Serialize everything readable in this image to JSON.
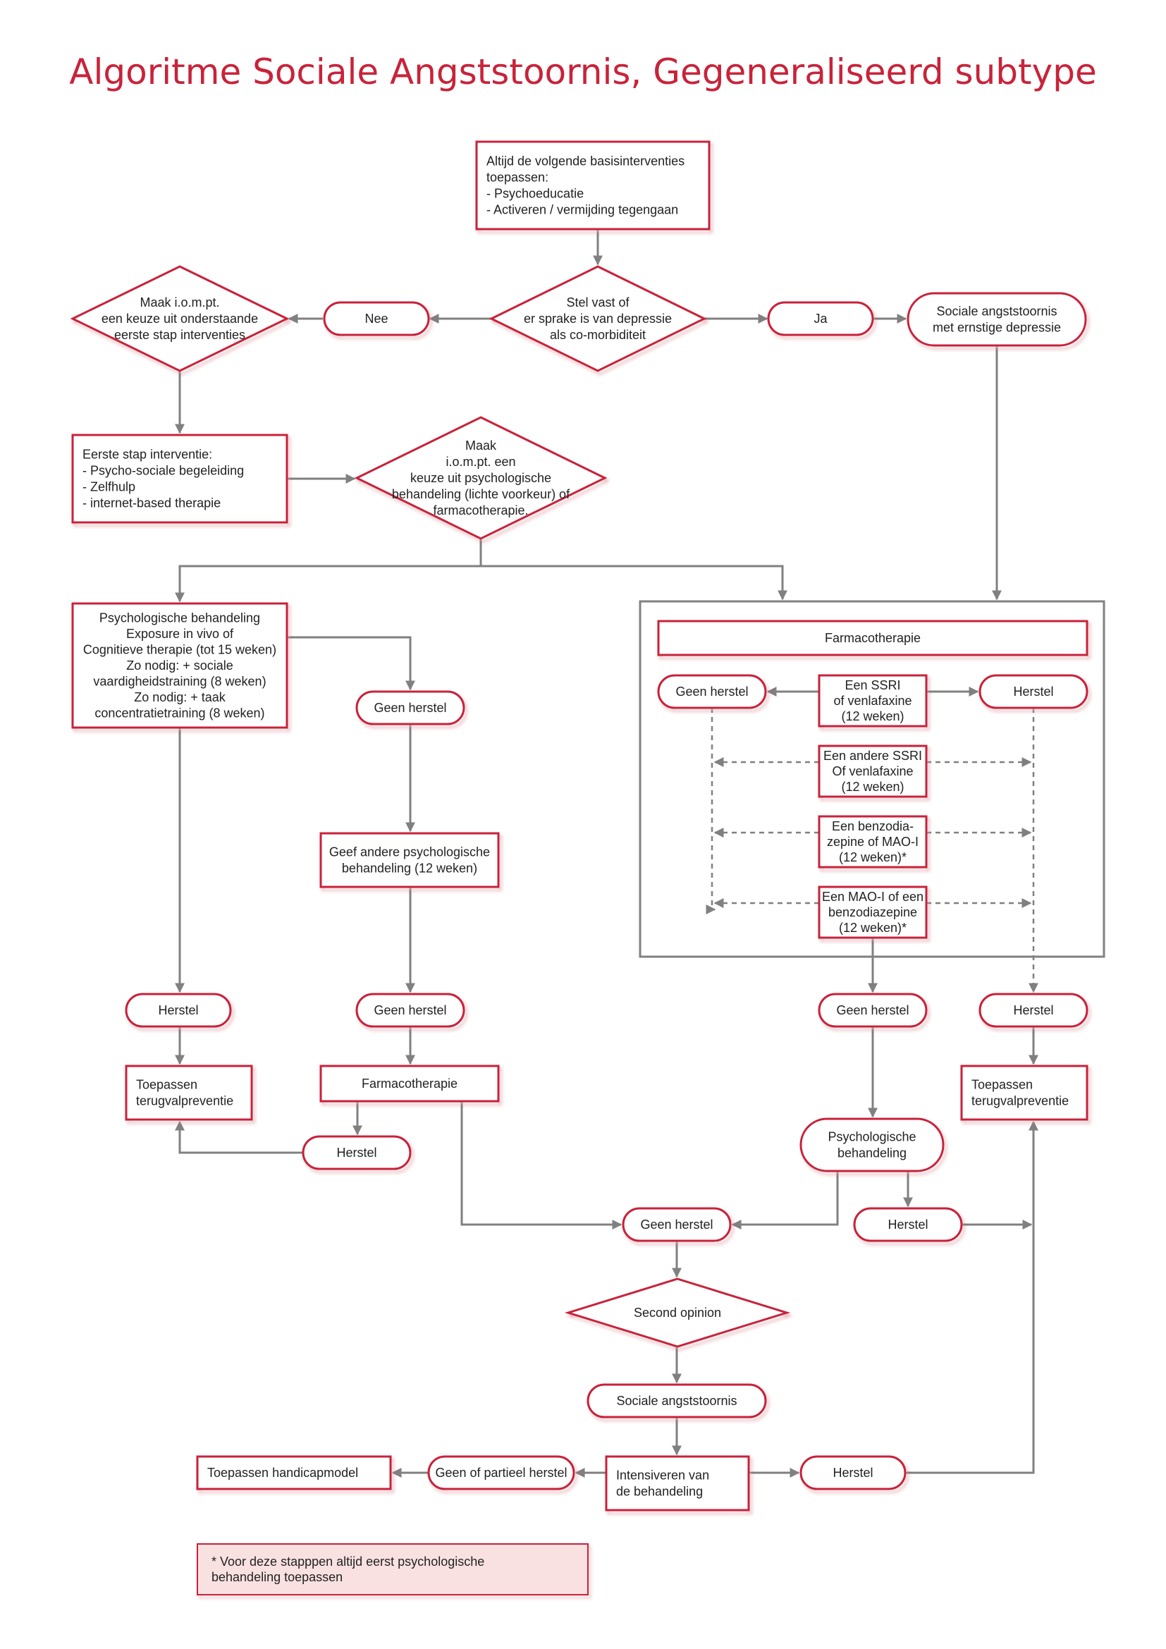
{
  "title": "Algoritme Sociale Angststoornis, Gegeneraliseerd subtype",
  "colors": {
    "accent": "#c8233a",
    "line": "#808080",
    "footnote_fill": "#f9e1e1",
    "box_fill": "#ffffff"
  },
  "nodes": {
    "basis": [
      "Altijd de volgende basisinterventies",
      "toepassen:",
      "- Psychoeducatie",
      "- Activeren / vermijding tegengaan"
    ],
    "depressie_vraag": [
      "Stel vast of",
      "er sprake is van depressie",
      "als co-morbiditeit"
    ],
    "nee": [
      "Nee"
    ],
    "ja": [
      "Ja"
    ],
    "eerste_keuze": [
      "Maak i.o.m.pt.",
      "een keuze uit onderstaande",
      "eerste stap interventies"
    ],
    "sociale_depressie": [
      "Sociale angststoornis",
      "met ernstige depressie"
    ],
    "eerste_stap": [
      "Eerste stap interventie:",
      "- Psycho-sociale begeleiding",
      "- Zelfhulp",
      "- internet-based therapie"
    ],
    "keuze_psych": [
      "Maak",
      "i.o.m.pt. een",
      "keuze uit psychologische",
      "behandeling (lichte voorkeur) of",
      "farmacotherapie."
    ],
    "psych_behandeling": [
      "Psychologische behandeling",
      "Exposure in vivo of",
      "Cognitieve therapie (tot 15 weken)",
      "Zo nodig: + sociale",
      "vaardigheidstraining (8 weken)",
      "Zo nodig: + taak",
      "concentratietraining (8 weken)"
    ],
    "geen_herstel_1": [
      "Geen herstel"
    ],
    "andere_psych": [
      "Geef andere psychologische",
      "behandeling (12 weken)"
    ],
    "farmaco_header": [
      "Farmacotherapie"
    ],
    "ssri": [
      "Een SSRI",
      "of venlafaxine",
      "(12 weken)"
    ],
    "geen_herstel_f": [
      "Geen herstel"
    ],
    "herstel_f": [
      "Herstel"
    ],
    "andere_ssri": [
      "Een andere SSRI",
      "Of venlafaxine",
      "(12 weken)"
    ],
    "benzo": [
      "Een benzodia-",
      "zepine of MAO-I",
      "(12 weken)*"
    ],
    "maoi": [
      "Een MAO-I of een",
      "benzodiazepine",
      "(12 weken)*"
    ],
    "herstel_1": [
      "Herstel"
    ],
    "geen_herstel_2": [
      "Geen herstel"
    ],
    "geen_herstel_3": [
      "Geen herstel"
    ],
    "herstel_3": [
      "Herstel"
    ],
    "toepassen_1": [
      "Toepassen",
      "terugvalpreventie"
    ],
    "farmaco_2": [
      "Farmacotherapie"
    ],
    "herstel_2": [
      "Herstel"
    ],
    "psych_2": [
      "Psychologische",
      "behandeling"
    ],
    "toepassen_2": [
      "Toepassen",
      "terugvalpreventie"
    ],
    "geen_herstel_4": [
      "Geen herstel"
    ],
    "herstel_4": [
      "Herstel"
    ],
    "second_opinion": [
      "Second opinion"
    ],
    "sociale_angst": [
      "Sociale angststoornis"
    ],
    "intensiveren": [
      "Intensiveren van",
      "de behandeling"
    ],
    "geen_partieel": [
      "Geen of partieel herstel"
    ],
    "herstel_5": [
      "Herstel"
    ],
    "handicap": [
      "Toepassen handicapmodel"
    ],
    "footnote": [
      "* Voor deze stapppen altijd eerst psychologische",
      "   behandeling  toepassen"
    ]
  }
}
